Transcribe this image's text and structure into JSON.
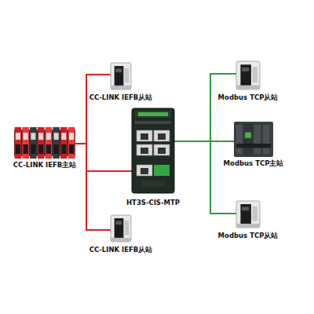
{
  "diagram": {
    "nodes": [
      {
        "text": [
          "CC-LINK IEFB从站"
        ]
      },
      {
        "text": [
          "Modbus TCP从站"
        ]
      },
      {
        "text": [
          "CC-LINK IEFB主站"
        ]
      },
      {
        "text": [
          "HT3S-CIS-MTP"
        ]
      },
      {
        "text": [
          "Modbus TCP主站"
        ]
      },
      {
        "text": [
          "CC-LINK IEFB从站"
        ]
      },
      {
        "text": [
          "Modbus TCP从站"
        ]
      }
    ],
    "edges": [
      {
        "from": 3,
        "to": 0,
        "arrow": "none"
      },
      {
        "from": 3,
        "to": 2,
        "arrow": "none"
      },
      {
        "from": 3,
        "to": 5,
        "arrow": "none"
      },
      {
        "from": 3,
        "to": 1,
        "arrow": "none"
      },
      {
        "from": 3,
        "to": 4,
        "arrow": "none"
      },
      {
        "from": 3,
        "to": 6,
        "arrow": "none"
      }
    ]
  }
}
